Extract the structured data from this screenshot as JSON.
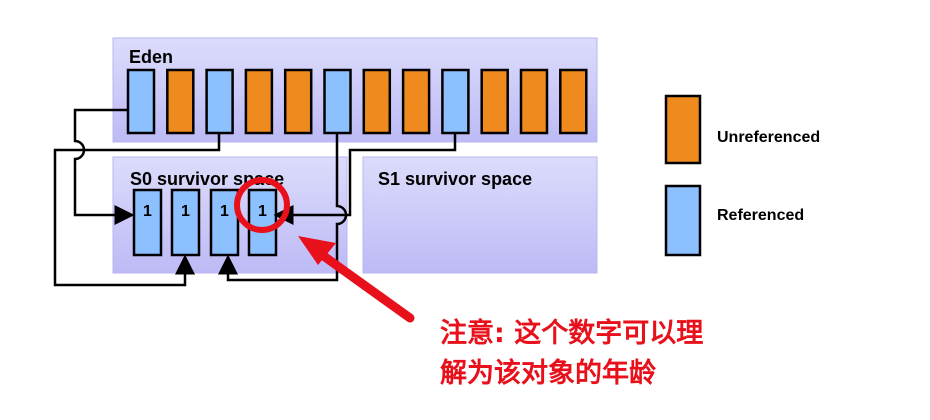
{
  "eden": {
    "label": "Eden",
    "blocks": [
      "referenced",
      "unreferenced",
      "referenced",
      "unreferenced",
      "unreferenced",
      "referenced",
      "unreferenced",
      "unreferenced",
      "referenced",
      "unreferenced",
      "unreferenced",
      "unreferenced"
    ]
  },
  "s0": {
    "label": "S0 survivor space",
    "ages": [
      "1",
      "1",
      "1",
      "1"
    ]
  },
  "s1": {
    "label": "S1 survivor space"
  },
  "legend": {
    "unreferenced": "Unreferenced",
    "referenced": "Referenced"
  },
  "colors": {
    "unreferenced": "#ee8a1e",
    "referenced": "#8cc0ff",
    "space": "#c8c6f8",
    "highlight": "#e8101a"
  },
  "note": {
    "line1": "注意: 这个数字可以理",
    "line2": "解为该对象的年龄"
  }
}
